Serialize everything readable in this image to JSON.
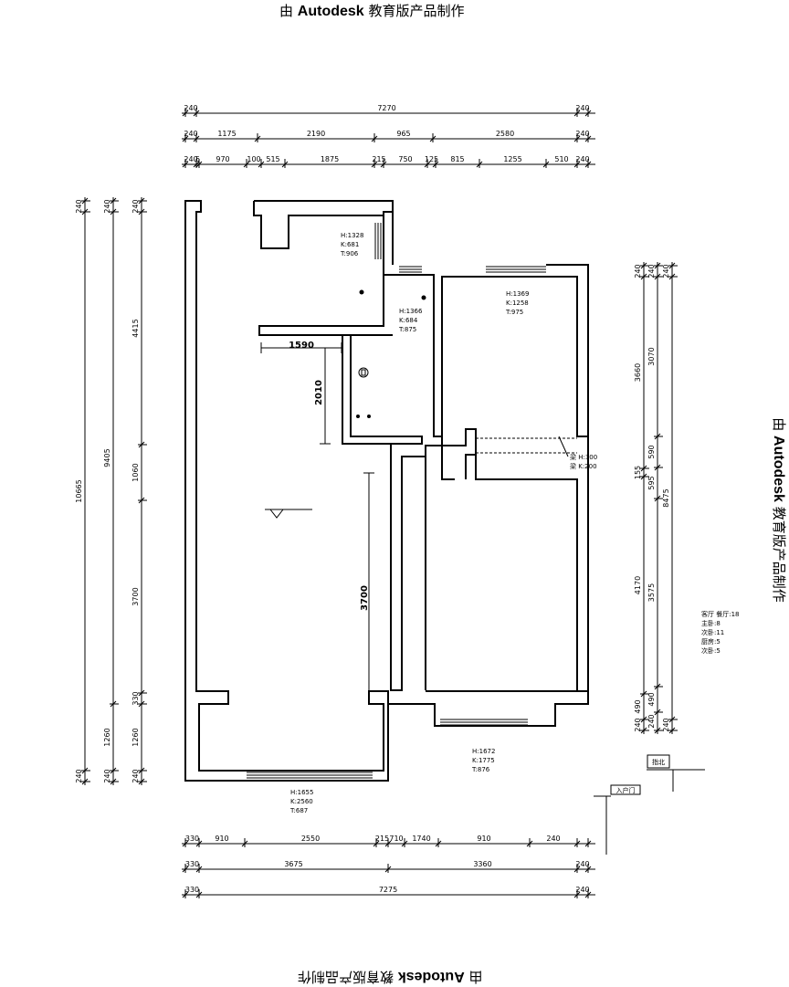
{
  "watermark": {
    "prefix": "由",
    "brand": "Autodesk",
    "suffix": "教育版产品制作"
  },
  "dims_top": {
    "overall": [
      "240",
      "7270",
      "240"
    ],
    "mid": [
      "240",
      "1175",
      "2190",
      "965",
      "2580",
      "240"
    ],
    "detail": [
      "240",
      "5",
      "970",
      "100",
      "515",
      "1875",
      "215",
      "750",
      "125",
      "815",
      "1255",
      "510",
      "240"
    ]
  },
  "dims_bottom": {
    "detail": [
      "330",
      "910",
      "2550",
      "215",
      "710",
      "1740",
      "910",
      "240"
    ],
    "mid": [
      "330",
      "3675",
      "3360",
      "240"
    ],
    "overall": [
      "330",
      "7275",
      "240"
    ]
  },
  "dims_left": {
    "outer": [
      "240",
      "10665",
      "240"
    ],
    "mid": [
      "240",
      "9405",
      "1260",
      "240"
    ],
    "inner": [
      "240",
      "4415",
      "1060",
      "3700",
      "330",
      "1260",
      "240"
    ]
  },
  "dims_right": {
    "outer": [
      "240",
      "8475",
      "240"
    ],
    "mid": [
      "240",
      "3660",
      "155",
      "4170",
      "490",
      "240"
    ],
    "inner": [
      "240",
      "3070",
      "590",
      "595",
      "3575",
      "490",
      "240"
    ]
  },
  "interior_dims": {
    "horizontal": "1590",
    "vertical_upper": "2010",
    "vertical_lower": "3700"
  },
  "windows": {
    "w1": [
      "H:1328",
      "K:681",
      "T:906"
    ],
    "w2": [
      "H:1366",
      "K:684",
      "T:875"
    ],
    "w3": [
      "H:1369",
      "K:1258",
      "T:975"
    ],
    "w4": [
      "H:1672",
      "K:1775",
      "T:876"
    ],
    "w5": [
      "H:1655",
      "K:2560",
      "T:687"
    ]
  },
  "opening_note": [
    "梁 H:300",
    "梁 K:200"
  ],
  "room_notes": [
    "客厅 餐厅:18",
    "主卧:8",
    "次卧:11",
    "厨房:5",
    "次卧:5"
  ],
  "label_north": "指北",
  "label_entry": "入户门"
}
